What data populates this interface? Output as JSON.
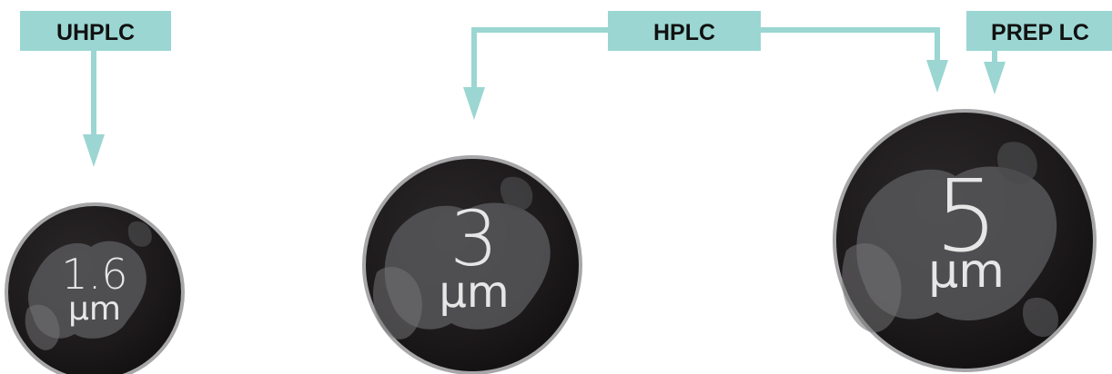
{
  "labels": {
    "uhplc": "UHPLC",
    "hplc": "HPLC",
    "prep_lc": "PREP LC"
  },
  "particles": [
    {
      "size": "1.6",
      "unit": "µm"
    },
    {
      "size": "3",
      "unit": "µm"
    },
    {
      "size": "5",
      "unit": "µm"
    }
  ],
  "colors": {
    "accent": "#9bd6d2",
    "particle_fill": "#1f1c1d",
    "particle_texture": "#5a5a5c",
    "particle_rim": "#a7a7a9",
    "text_light": "#e6e6e6"
  }
}
